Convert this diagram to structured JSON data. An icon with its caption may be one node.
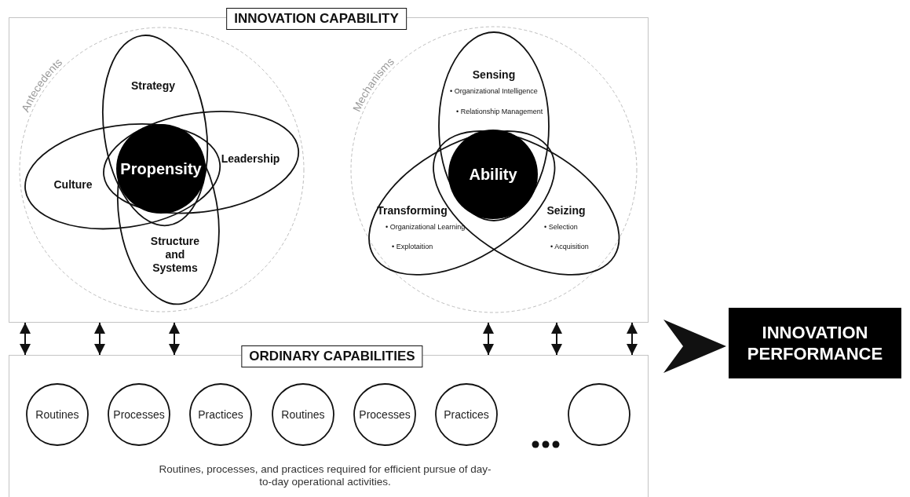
{
  "diagram": {
    "nodes": [
      {
        "text": [
          "INNOVATION CAPABILITY"
        ]
      },
      {
        "text": [
          "Antecedents"
        ],
        "in": 0
      },
      {
        "text": [
          "Strategy"
        ],
        "in": 1
      },
      {
        "text": [
          "Culture"
        ],
        "in": 1
      },
      {
        "text": [
          "Propensity"
        ]
      },
      {
        "text": [
          "Leadership"
        ],
        "in": 1
      },
      {
        "text": [
          "Structure and Systems"
        ],
        "in": 1
      },
      {
        "text": [
          "Mechanisms"
        ],
        "in": 0
      },
      {
        "text": [
          "Sensing",
          "• Organizational Intelligence",
          "• Relationship Management"
        ],
        "in": 7
      },
      {
        "text": [
          "Ability"
        ]
      },
      {
        "text": [
          "Transforming",
          "• Organizational Learning",
          "• Explotaition"
        ],
        "in": 7
      },
      {
        "text": [
          "Seizing",
          "• Selection",
          "• Acquisition"
        ],
        "in": 7
      },
      {
        "text": [
          "ORDINARY CAPABILITIES",
          "Routines, processes, and practices required for efficient pursue of day-to-day operational activities."
        ]
      },
      {
        "text": [
          "Routines"
        ],
        "in": 12
      },
      {
        "text": [
          "Processes"
        ],
        "in": 12
      },
      {
        "text": [
          "Practices"
        ],
        "in": 12
      },
      {
        "text": [
          "Routines"
        ],
        "in": 12
      },
      {
        "text": [
          "Processes"
        ],
        "in": 12
      },
      {
        "text": [
          "Practices"
        ],
        "in": 12
      },
      {
        "text": [],
        "shape": "circle",
        "in": 12
      },
      {
        "text": [
          "INNOVATION PERFORMANCE"
        ]
      }
    ],
    "edges": [
      {
        "from": 0,
        "to": 12,
        "arrow": "both"
      },
      {
        "from": 0,
        "to": 12,
        "arrow": "both"
      },
      {
        "from": 0,
        "to": 12,
        "arrow": "both"
      },
      {
        "from": 0,
        "to": 12,
        "arrow": "both"
      },
      {
        "from": 0,
        "to": 12,
        "arrow": "both"
      },
      {
        "from": 0,
        "to": 12,
        "arrow": "both"
      },
      {
        "from": null,
        "to": 20,
        "arrow": "to"
      }
    ]
  }
}
